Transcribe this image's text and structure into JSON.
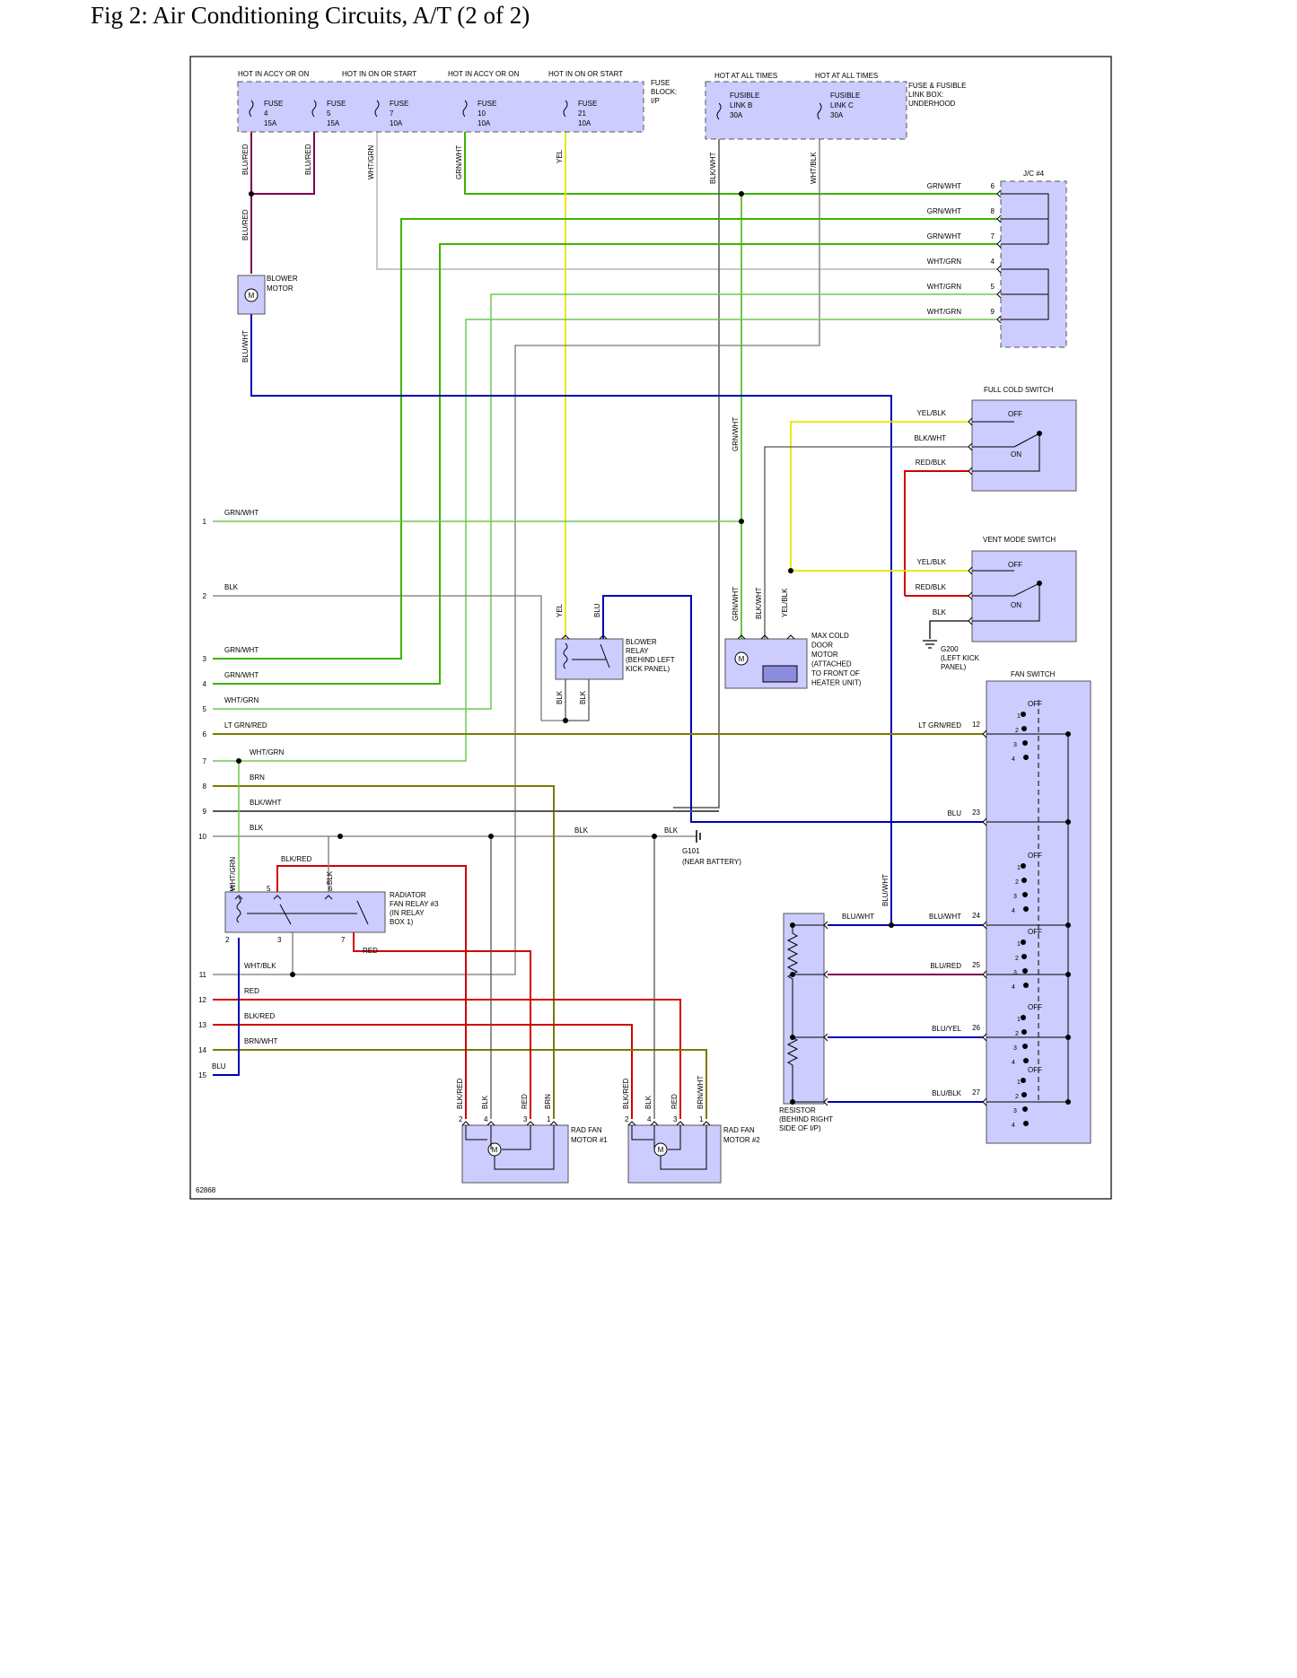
{
  "title": "Fig 2: Air Conditioning Circuits, A/T (2 of 2)",
  "figure_id": "62868",
  "colors": {
    "box_fill": "#ccccff",
    "grn": "#3cb400",
    "wht_grn": "#6ec850",
    "blu": "#0000b4",
    "yel": "#e6e600",
    "red": "#d20000",
    "brn": "#7a7a00",
    "pur": "#7a0050",
    "gry": "#6e6e6e",
    "blk": "#000000",
    "lt_grn_red": "#7a7a00",
    "wht_blk": "#999999"
  },
  "fuse_block": {
    "supply": [
      "HOT IN ACCY OR ON",
      "HOT IN ON OR START",
      "HOT IN ACCY OR ON",
      "HOT IN ON OR START"
    ],
    "fuses": [
      {
        "name": "FUSE",
        "num": "4",
        "rating": "15A"
      },
      {
        "name": "FUSE",
        "num": "5",
        "rating": "15A"
      },
      {
        "name": "FUSE",
        "num": "7",
        "rating": "10A"
      },
      {
        "name": "FUSE",
        "num": "10",
        "rating": "10A"
      },
      {
        "name": "FUSE",
        "num": "21",
        "rating": "10A"
      }
    ],
    "label": [
      "FUSE",
      "BLOCK:",
      "I/P"
    ]
  },
  "fusible_box": {
    "supply": [
      "HOT AT ALL TIMES",
      "HOT AT ALL TIMES"
    ],
    "links": [
      {
        "name": "FUSIBLE",
        "link": "LINK B",
        "rating": "30A"
      },
      {
        "name": "FUSIBLE",
        "link": "LINK C",
        "rating": "30A"
      }
    ],
    "label": [
      "FUSE & FUSIBLE",
      "LINK BOX:",
      "UNDERHOOD"
    ]
  },
  "jc": {
    "label": "J/C #4",
    "wires": [
      {
        "color": "GRN/WHT",
        "pin": "6"
      },
      {
        "color": "GRN/WHT",
        "pin": "8"
      },
      {
        "color": "GRN/WHT",
        "pin": "7"
      },
      {
        "color": "WHT/GRN",
        "pin": "4"
      },
      {
        "color": "WHT/GRN",
        "pin": "5"
      },
      {
        "color": "WHT/GRN",
        "pin": "9"
      }
    ]
  },
  "top_wires": {
    "w1": "BLU/RED",
    "w2": "BLU/RED",
    "w3": "WHT/GRN",
    "w4": "GRN/WHT",
    "w5": "YEL",
    "w6": "BLK/WHT",
    "w7": "WHT/BLK",
    "w8": "BLU/RED",
    "w9": "BLU/WHT"
  },
  "blower_motor": {
    "label": [
      "BLOWER",
      "MOTOR"
    ],
    "symbol": "M"
  },
  "full_cold_switch": {
    "label": "FULL COLD SWITCH",
    "off": "OFF",
    "on": "ON",
    "wires": [
      "YEL/BLK",
      "BLK/WHT",
      "RED/BLK"
    ]
  },
  "vent_mode_switch": {
    "label": "VENT MODE SWITCH",
    "off": "OFF",
    "on": "ON",
    "wires": [
      "YEL/BLK",
      "RED/BLK",
      "BLK"
    ]
  },
  "g200": {
    "label": [
      "G200",
      "(LEFT KICK",
      "PANEL)"
    ]
  },
  "blower_relay": {
    "label": [
      "BLOWER",
      "RELAY",
      "(BEHIND LEFT",
      "KICK PANEL)"
    ],
    "wires_top": [
      "YEL",
      "BLU"
    ],
    "wires_bottom": [
      "BLK",
      "BLK"
    ]
  },
  "max_cold_motor": {
    "label": [
      "MAX COLD",
      "DOOR",
      "MOTOR",
      "(ATTACHED",
      "TO FRONT OF",
      "HEATER UNIT)"
    ],
    "wires": [
      "GRN/WHT",
      "BLK/WHT",
      "YEL/BLK"
    ],
    "mid_wire": "GRN/WHT"
  },
  "fan_switch": {
    "label": "FAN SWITCH",
    "off": "OFF",
    "positions": [
      "1",
      "2",
      "3",
      "4"
    ],
    "pins": [
      {
        "pin": "12",
        "wire": "LT GRN/RED"
      },
      {
        "pin": "23",
        "wire": "BLU"
      },
      {
        "pin": "24",
        "wire": "BLU/WHT"
      },
      {
        "pin": "25",
        "wire": "BLU/RED"
      },
      {
        "pin": "26",
        "wire": "BLU/YEL"
      },
      {
        "pin": "27",
        "wire": "BLU/BLK"
      }
    ]
  },
  "resistor": {
    "label": [
      "RESISTOR",
      "(BEHIND RIGHT",
      "SIDE OF I/P)"
    ],
    "wire_in": "BLU/WHT",
    "vertical_wire": "BLU/WHT"
  },
  "left_wires": [
    {
      "n": "1",
      "color": "GRN/WHT"
    },
    {
      "n": "2",
      "color": "BLK"
    },
    {
      "n": "3",
      "color": "GRN/WHT"
    },
    {
      "n": "4",
      "color": "GRN/WHT"
    },
    {
      "n": "5",
      "color": "WHT/GRN"
    },
    {
      "n": "6",
      "color": "LT GRN/RED"
    },
    {
      "n": "7",
      "color": "WHT/GRN"
    },
    {
      "n": "8",
      "color": "BRN"
    },
    {
      "n": "9",
      "color": "BLK/WHT"
    },
    {
      "n": "10",
      "color": "BLK"
    },
    {
      "n": "11",
      "color": "WHT/BLK"
    },
    {
      "n": "12",
      "color": "RED"
    },
    {
      "n": "13",
      "color": "BLK/RED"
    },
    {
      "n": "14",
      "color": "BRN/WHT"
    },
    {
      "n": "15",
      "color": "BLU"
    }
  ],
  "g101": {
    "label": [
      "G101",
      "(NEAR BATTERY)"
    ],
    "wires": [
      "BLK",
      "BLK"
    ]
  },
  "fan_relay": {
    "label": [
      "RADIATOR",
      "FAN RELAY #3",
      "(IN RELAY",
      "BOX 1)"
    ],
    "pins_top": [
      "1",
      "5",
      "6"
    ],
    "pins_bottom": [
      "2",
      "3",
      "7"
    ],
    "wires": {
      "vert": "WHT/GRN",
      "top": "BLK/RED",
      "blk": "BLK",
      "red": "RED"
    }
  },
  "rad_fan_1": {
    "label": [
      "RAD FAN",
      "MOTOR #1"
    ],
    "pins": [
      "2",
      "4",
      "3",
      "1"
    ],
    "wires": [
      "BLK/RED",
      "BLK",
      "RED",
      "BRN"
    ]
  },
  "rad_fan_2": {
    "label": [
      "RAD FAN",
      "MOTOR #2"
    ],
    "pins": [
      "2",
      "4",
      "3",
      "1"
    ],
    "wires": [
      "BLK/RED",
      "BLK",
      "RED",
      "BRN/WHT"
    ]
  }
}
